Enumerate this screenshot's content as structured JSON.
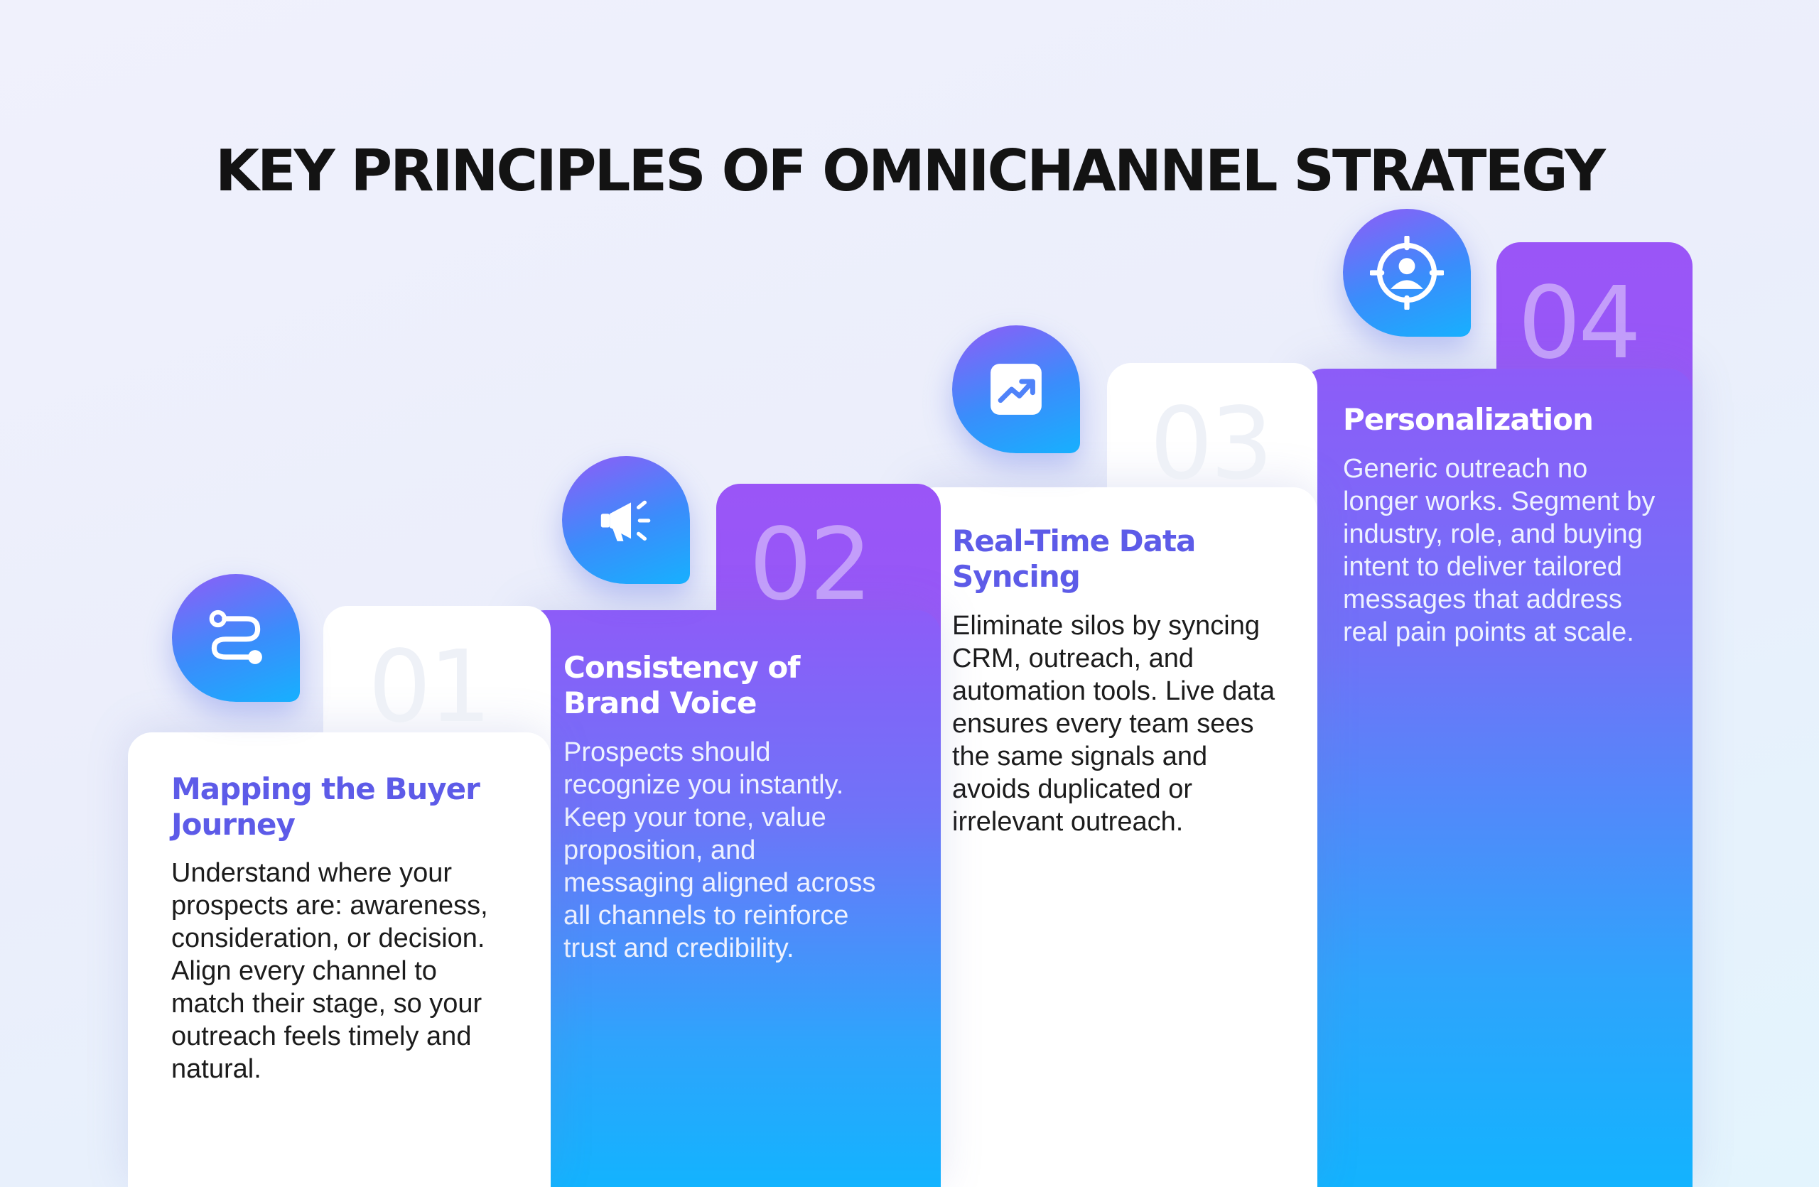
{
  "title": "KEY PRINCIPLES OF OMNICHANNEL STRATEGY",
  "steps": [
    {
      "number": "01",
      "heading": "Mapping the Buyer Journey",
      "description": "Understand where your prospects are: awareness, consideration, or decision. Align every channel to match their stage, so your outreach feels timely and natural.",
      "icon": "route-icon"
    },
    {
      "number": "02",
      "heading": "Consistency of Brand Voice",
      "description": "Prospects should recognize you instantly. Keep your tone, value proposition, and messaging aligned across all channels to reinforce trust and credibility.",
      "icon": "megaphone-icon"
    },
    {
      "number": "03",
      "heading": "Real-Time Data Syncing",
      "description": "Eliminate silos by syncing CRM, outreach, and automation tools. Live data ensures every team sees the same signals and avoids duplicated or irrelevant outreach.",
      "icon": "trending-chart-icon"
    },
    {
      "number": "04",
      "heading": "Personalization",
      "description": "Generic outreach no longer works. Segment by industry, role, and buying intent to deliver tailored messages that address real pain points at scale.",
      "icon": "target-user-icon"
    }
  ],
  "colors": {
    "accent_purple": "#8d5cf8",
    "accent_blue": "#13b3fe",
    "heading_purple": "#5d5be8",
    "title": "#131313"
  }
}
